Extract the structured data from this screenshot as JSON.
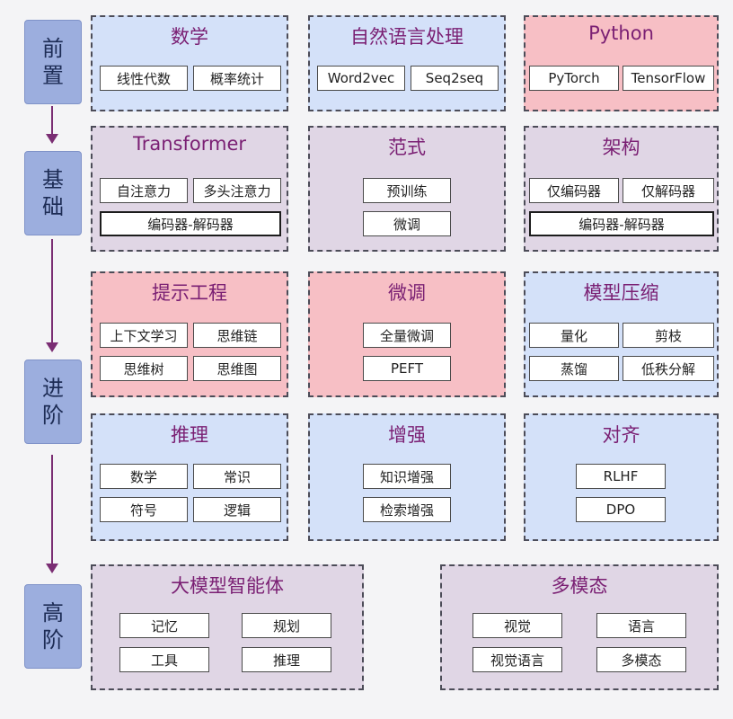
{
  "stages": [
    {
      "label": "前置"
    },
    {
      "label": "基础"
    },
    {
      "label": "进阶"
    },
    {
      "label": "高阶"
    }
  ],
  "panels": {
    "math": {
      "title": "数学",
      "items": [
        "线性代数",
        "概率统计"
      ]
    },
    "nlp": {
      "title": "自然语言处理",
      "items": [
        "Word2vec",
        "Seq2seq"
      ]
    },
    "python": {
      "title": "Python",
      "items": [
        "PyTorch",
        "TensorFlow"
      ]
    },
    "transformer": {
      "title": "Transformer",
      "items": [
        "自注意力",
        "多头注意力",
        "编码器-解码器"
      ]
    },
    "paradigm": {
      "title": "范式",
      "items": [
        "预训练",
        "微调"
      ]
    },
    "architecture": {
      "title": "架构",
      "items": [
        "仅编码器",
        "仅解码器",
        "编码器-解码器"
      ]
    },
    "prompt": {
      "title": "提示工程",
      "items": [
        "上下文学习",
        "思维链",
        "思维树",
        "思维图"
      ]
    },
    "finetune": {
      "title": "微调",
      "items": [
        "全量微调",
        "PEFT"
      ]
    },
    "compression": {
      "title": "模型压缩",
      "items": [
        "量化",
        "剪枝",
        "蒸馏",
        "低秩分解"
      ]
    },
    "reasoning": {
      "title": "推理",
      "items": [
        "数学",
        "常识",
        "符号",
        "逻辑"
      ]
    },
    "augment": {
      "title": "增强",
      "items": [
        "知识增强",
        "检索增强"
      ]
    },
    "alignment": {
      "title": "对齐",
      "items": [
        "RLHF",
        "DPO"
      ]
    },
    "agent": {
      "title": "大模型智能体",
      "items": [
        "记忆",
        "规划",
        "工具",
        "推理"
      ]
    },
    "multimodal": {
      "title": "多模态",
      "items": [
        "视觉",
        "语言",
        "视觉语言",
        "多模态"
      ]
    }
  },
  "colors": {
    "blue": "#d4e1f9",
    "pink": "#f7bfc5",
    "lavender": "#e0d6e5",
    "title": "#7a1f73",
    "stage": "#9caede",
    "arrow": "#7a2d73"
  }
}
